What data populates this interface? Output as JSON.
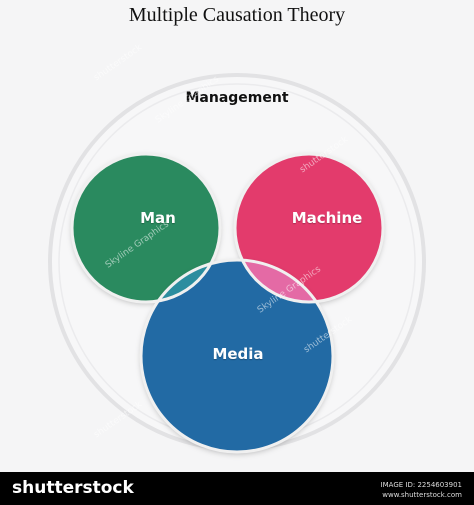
{
  "title": "Multiple Causation Theory",
  "outer_label": "Management",
  "circles": [
    {
      "label": "Man",
      "color": "#2a8a5e"
    },
    {
      "label": "Machine",
      "color": "#e33a6c"
    },
    {
      "label": "Media",
      "color": "#246aa4"
    }
  ],
  "overlap_colors": {
    "man_machine": "#e78f6a",
    "man_media": "#2c8d9f",
    "machine_media": "#e46aa5",
    "center": "#e97a8f"
  },
  "watermarks": {
    "vendor": "shutterstock",
    "author": "Skyline Graphics"
  },
  "footer": {
    "logo": "shutterstock",
    "image_id": "IMAGE ID: 2254603901",
    "site": "www.shutterstock.com"
  }
}
